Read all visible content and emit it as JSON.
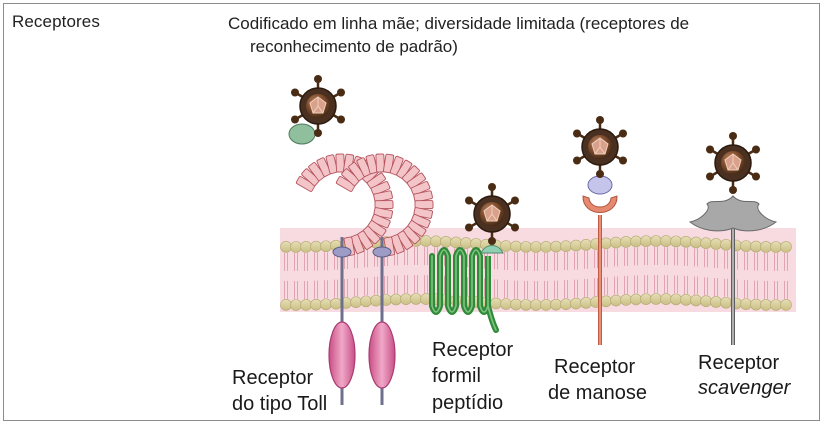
{
  "row": {
    "label": "Receptores",
    "description_line1": "Codificado em linha mãe; diversidade limitada (receptores de",
    "description_line2": "reconhecimento de padrão)"
  },
  "receptors": [
    {
      "line1": "Receptor",
      "line2": "do tipo Toll",
      "line3": ""
    },
    {
      "line1": "Receptor",
      "line2": "formil",
      "line3": "peptídio"
    },
    {
      "line1": "Receptor",
      "line2": "de manose",
      "line3": ""
    },
    {
      "line1": "Receptor",
      "line2": "scavenger",
      "line3": ""
    }
  ],
  "colors": {
    "membrane_head": "#d8cfa0",
    "membrane_tail": "#f1c6cf",
    "toll_receptor": "#e27aa8",
    "formyl_receptor": "#2f8a3a",
    "mannose_receptor": "#e07a5f",
    "scavenger_receptor": "#9a9a9a",
    "microbe_body": "#5a3a1e"
  }
}
